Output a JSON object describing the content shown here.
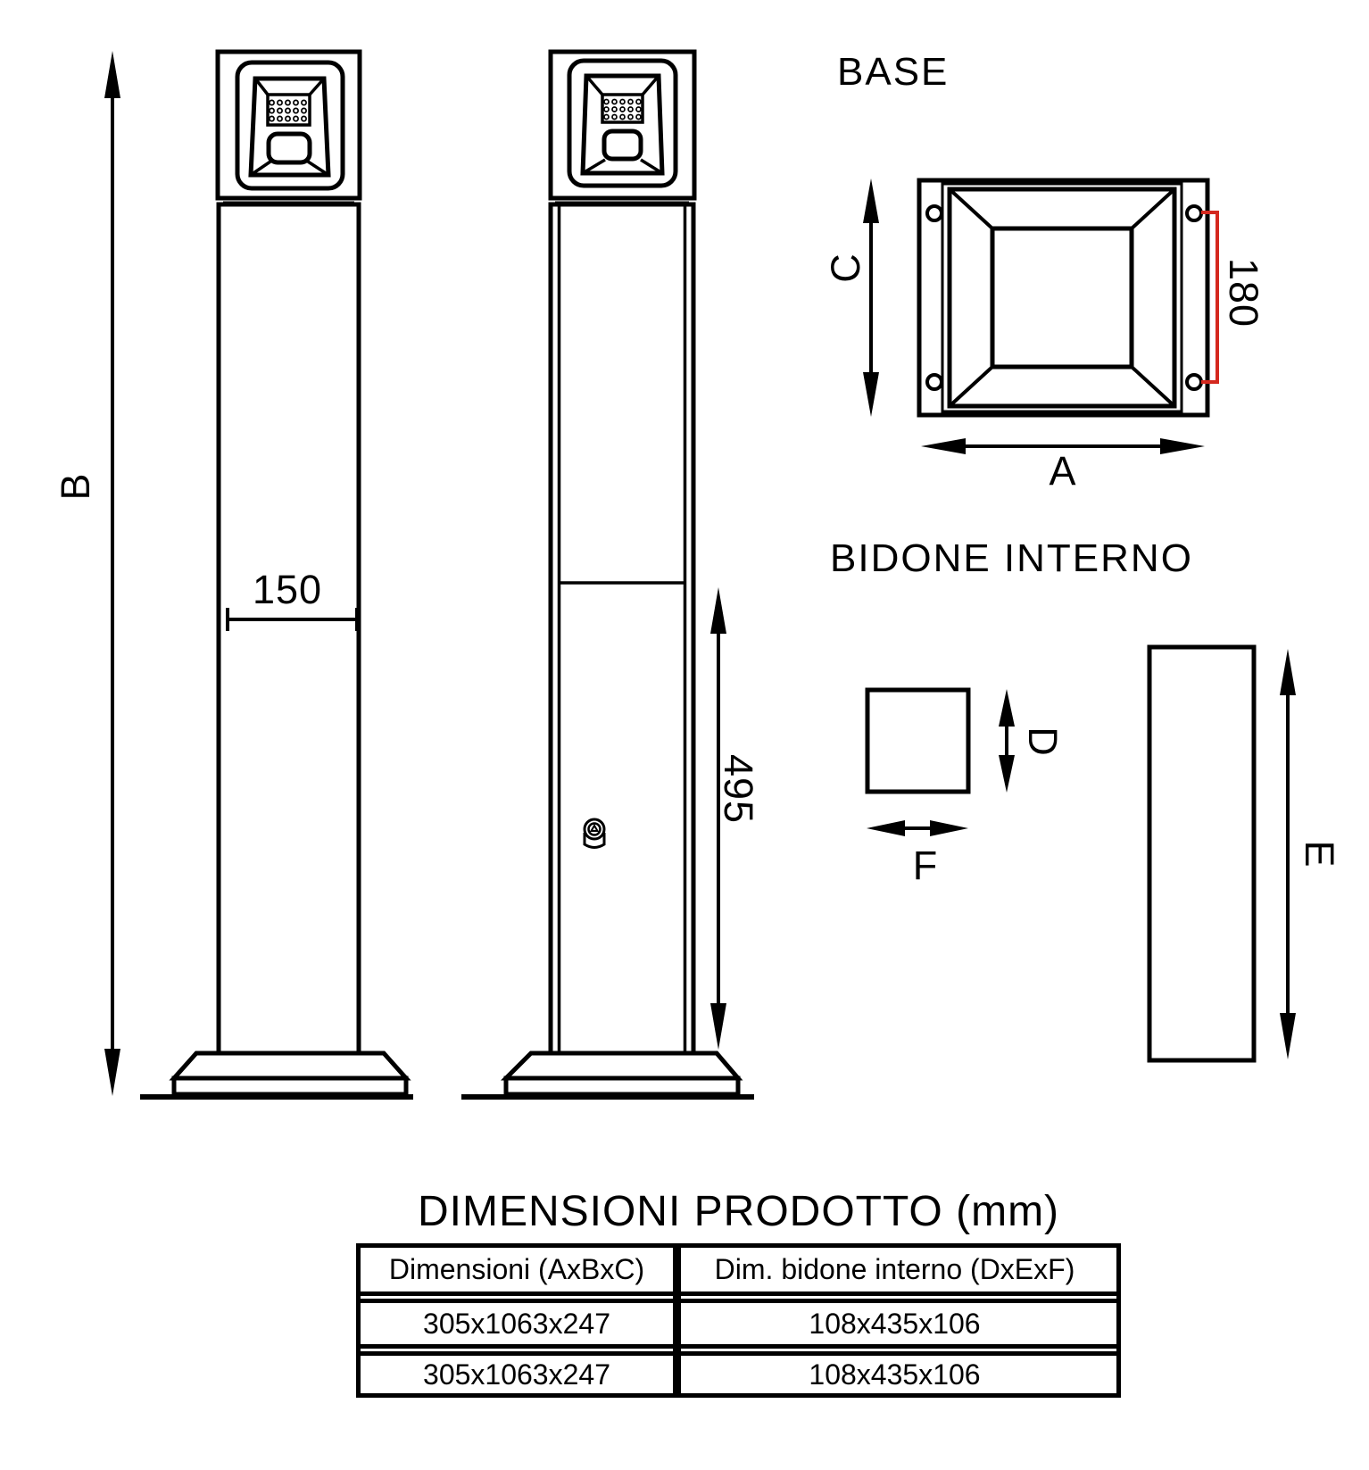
{
  "views": {
    "front": {
      "height_label": "B",
      "width_label": "150"
    },
    "side": {
      "door_height_label": "495"
    },
    "base": {
      "title": "BASE",
      "width_label": "A",
      "depth_label": "C",
      "hole_spacing_label": "180"
    },
    "inner_bin": {
      "title": "BIDONE INTERNO",
      "depth_label": "D",
      "height_label": "E",
      "width_label": "F"
    }
  },
  "colors": {
    "line": "#000000",
    "highlight_red": "#d4281e"
  },
  "table": {
    "title": "DIMENSIONI PRODOTTO (mm)",
    "headers": [
      "Dimensioni (AxBxC)",
      "Dim. bidone interno (DxExF)"
    ],
    "rows": [
      [
        "305x1063x247",
        "108x435x106"
      ],
      [
        "305x1063x247",
        "108x435x106"
      ]
    ]
  }
}
